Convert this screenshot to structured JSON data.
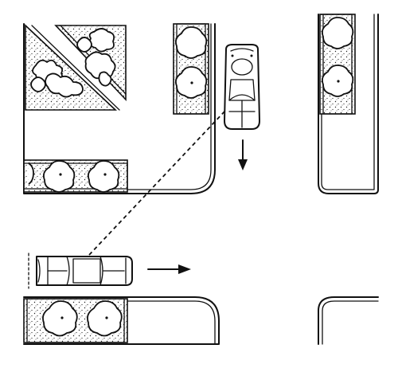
{
  "diagram": {
    "kind": "intersection-sight-line-plan",
    "elements": [
      "corner-lot-upper-left",
      "median-strip-upper-center",
      "corner-lot-upper-right",
      "corner-lot-lower-left",
      "corner-lot-lower-right",
      "car-southbound",
      "car-eastbound",
      "sight-line",
      "direction-arrow-south",
      "direction-arrow-east"
    ],
    "labels": []
  },
  "colors": {
    "ink": "#111111",
    "paper": "#ffffff"
  }
}
